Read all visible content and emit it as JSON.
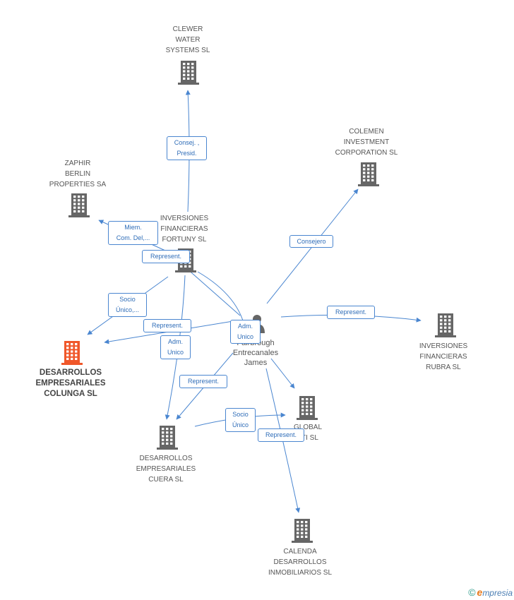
{
  "colors": {
    "edge": "#4a86d0",
    "building": "#666666",
    "building_main": "#f0572a",
    "label_text": "#555555"
  },
  "nodes": [
    {
      "id": "clewer",
      "label": "CLEWER\nWATER\nSYSTEMS SL",
      "icon": "building-icon",
      "main": false
    },
    {
      "id": "colemen",
      "label": "COLEMEN\nINVESTMENT\nCORPORATION SL",
      "icon": "building-icon",
      "main": false
    },
    {
      "id": "zaphir",
      "label": "ZAPHIR\nBERLIN\nPROPERTIES SA",
      "icon": "building-icon",
      "main": false
    },
    {
      "id": "fortuny",
      "label": "INVERSIONES\nFINANCIERAS\nFORTUNY SL",
      "icon": "building-icon",
      "main": false
    },
    {
      "id": "rubra",
      "label": "INVERSIONES\nFINANCIERAS\nRUBRA SL",
      "icon": "building-icon",
      "main": false
    },
    {
      "id": "colunga",
      "label": "DESARROLLOS\nEMPRESARIALES\nCOLUNGA SL",
      "icon": "building-icon",
      "main": true
    },
    {
      "id": "global",
      "label": "GLOBAL\nATI SL",
      "icon": "building-icon",
      "main": false
    },
    {
      "id": "cuera",
      "label": "DESARROLLOS\nEMPRESARIALES\nCUERA SL",
      "icon": "building-icon",
      "main": false
    },
    {
      "id": "calenda",
      "label": "CALENDA\nDESARROLLOS\nINMOBILIARIOS SL",
      "icon": "building-icon",
      "main": false
    },
    {
      "id": "person",
      "label": "Fairbrough\nEntrecanales\nJames",
      "icon": "person-icon",
      "main": false
    }
  ],
  "edges": [
    {
      "id": "e1",
      "label": "Consej. ,\nPresid."
    },
    {
      "id": "e2",
      "label": "Consejero"
    },
    {
      "id": "e3",
      "label": "Miem.\nCom. Del,..."
    },
    {
      "id": "e4",
      "label": "Represent."
    },
    {
      "id": "e5",
      "label": "Socio\nÚnico,..."
    },
    {
      "id": "e6",
      "label": "Represent."
    },
    {
      "id": "e7",
      "label": "Adm.\nUnico"
    },
    {
      "id": "e8",
      "label": "Adm.\nUnico"
    },
    {
      "id": "e9",
      "label": "Represent."
    },
    {
      "id": "e10",
      "label": "Represent."
    },
    {
      "id": "e11",
      "label": "Socio\nÚnico"
    },
    {
      "id": "e12",
      "label": "Represent."
    }
  ],
  "footer": {
    "copyright": "©",
    "brand_first": "e",
    "brand_rest": "mpresia"
  }
}
